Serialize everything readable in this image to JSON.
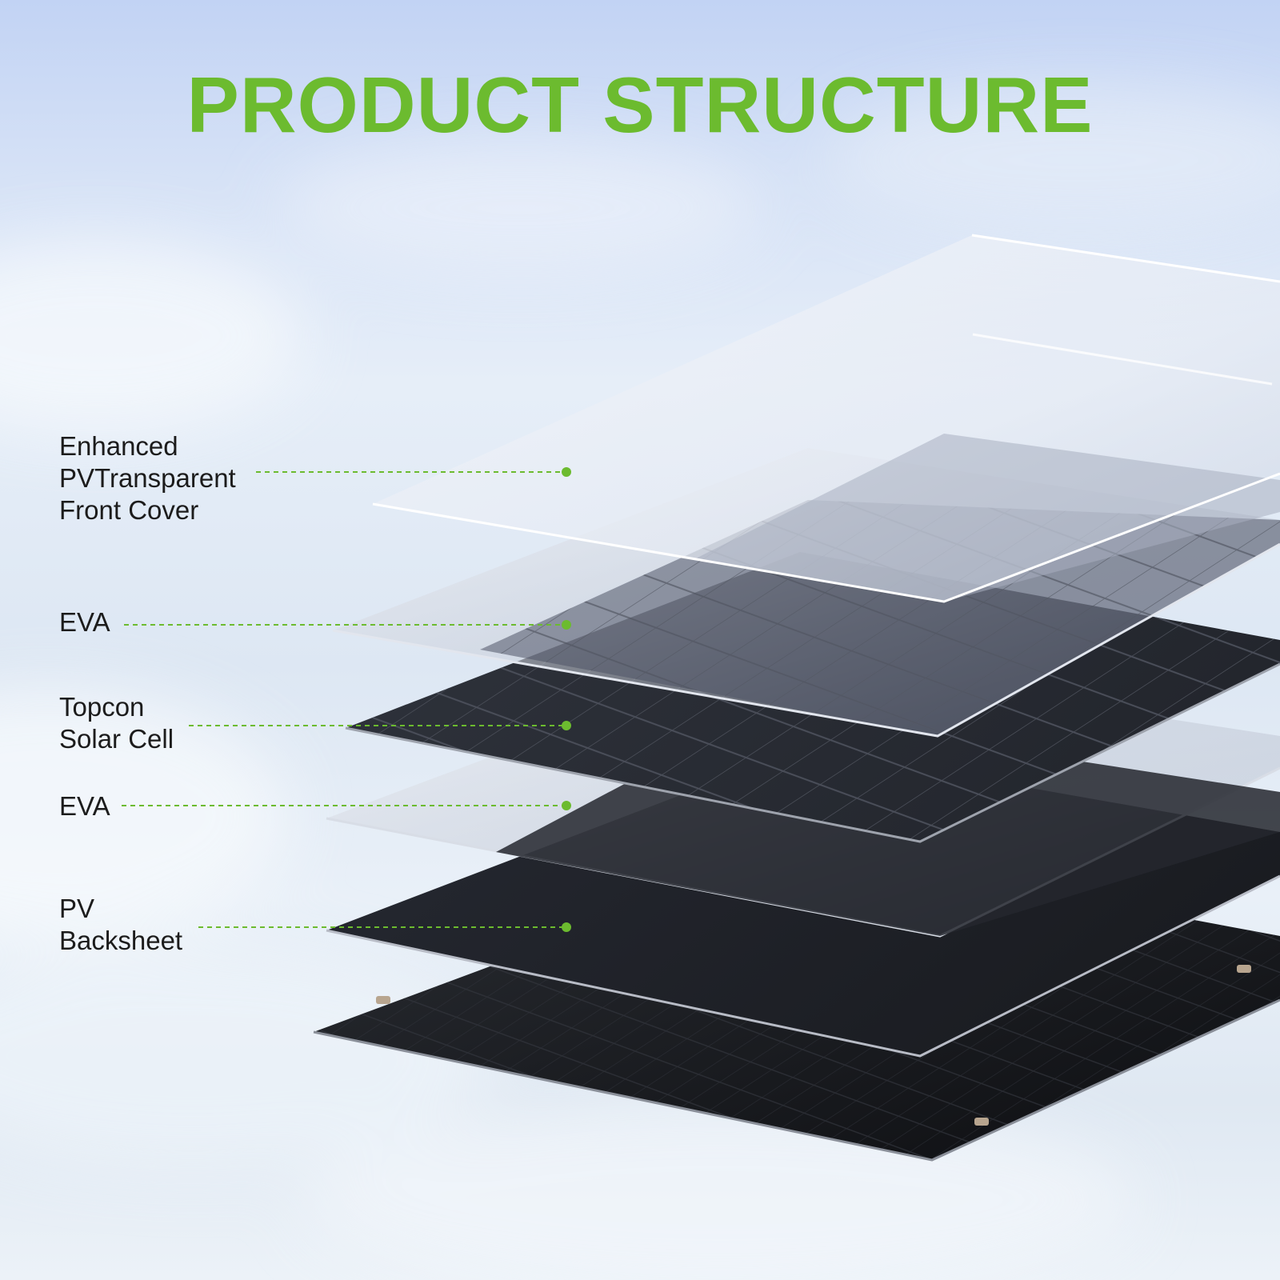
{
  "title": "PRODUCT STRUCTURE",
  "colors": {
    "accent": "#6cbb2f",
    "label_text": "#1c1c1c",
    "panel_dark": "#2b2e36",
    "glass": "#e8eef7"
  },
  "layers": [
    {
      "id": "front-cover",
      "label": "Enhanced\nPVTransparent\nFront Cover"
    },
    {
      "id": "eva-top",
      "label": "EVA"
    },
    {
      "id": "solar-cell",
      "label": "Topcon\nSolar Cell"
    },
    {
      "id": "eva-bottom",
      "label": "EVA"
    },
    {
      "id": "backsheet",
      "label": "PV\nBacksheet"
    }
  ]
}
